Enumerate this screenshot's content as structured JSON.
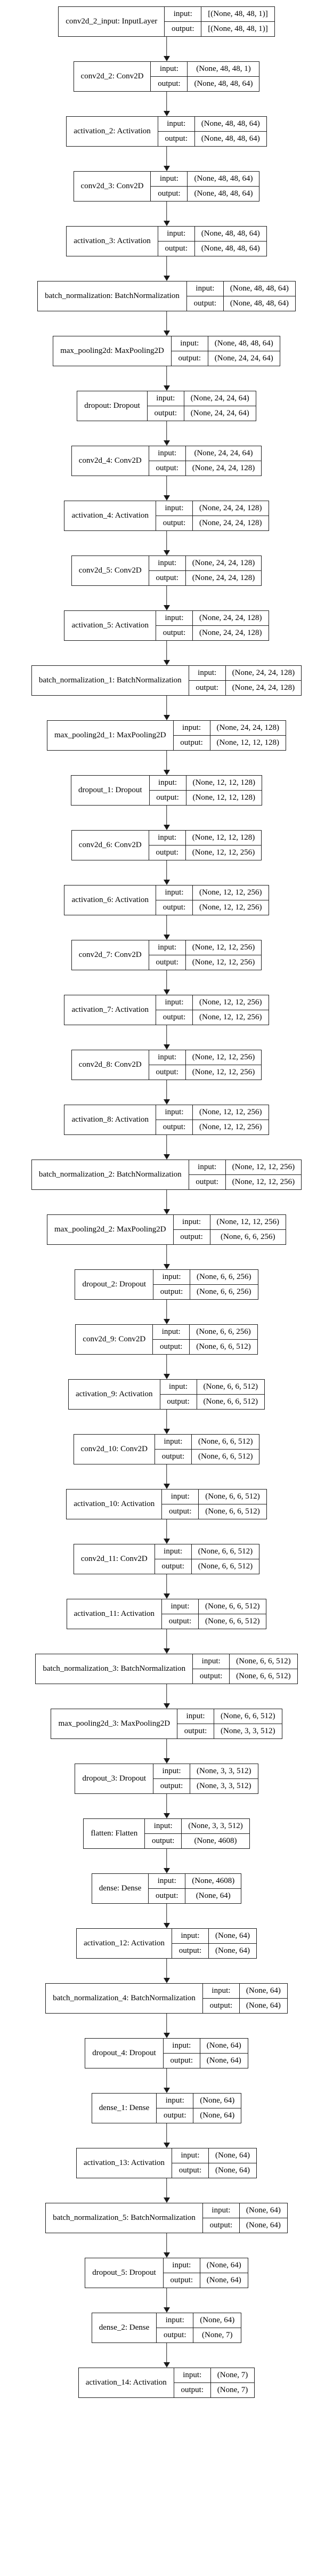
{
  "diagram": {
    "kind": "keras-model-plot",
    "input_label": "input:",
    "output_label": "output:",
    "line_color": "#1a1a1a",
    "background_color": "#ffffff",
    "nodes": [
      {
        "label": "conv2d_2_input: InputLayer",
        "input": "[(None, 48, 48, 1)]",
        "output": "[(None, 48, 48, 1)]"
      },
      {
        "label": "conv2d_2: Conv2D",
        "input": "(None, 48, 48, 1)",
        "output": "(None, 48, 48, 64)"
      },
      {
        "label": "activation_2: Activation",
        "input": "(None, 48, 48, 64)",
        "output": "(None, 48, 48, 64)"
      },
      {
        "label": "conv2d_3: Conv2D",
        "input": "(None, 48, 48, 64)",
        "output": "(None, 48, 48, 64)"
      },
      {
        "label": "activation_3: Activation",
        "input": "(None, 48, 48, 64)",
        "output": "(None, 48, 48, 64)"
      },
      {
        "label": "batch_normalization: BatchNormalization",
        "input": "(None, 48, 48, 64)",
        "output": "(None, 48, 48, 64)"
      },
      {
        "label": "max_pooling2d: MaxPooling2D",
        "input": "(None, 48, 48, 64)",
        "output": "(None, 24, 24, 64)"
      },
      {
        "label": "dropout: Dropout",
        "input": "(None, 24, 24, 64)",
        "output": "(None, 24, 24, 64)"
      },
      {
        "label": "conv2d_4: Conv2D",
        "input": "(None, 24, 24, 64)",
        "output": "(None, 24, 24, 128)"
      },
      {
        "label": "activation_4: Activation",
        "input": "(None, 24, 24, 128)",
        "output": "(None, 24, 24, 128)"
      },
      {
        "label": "conv2d_5: Conv2D",
        "input": "(None, 24, 24, 128)",
        "output": "(None, 24, 24, 128)"
      },
      {
        "label": "activation_5: Activation",
        "input": "(None, 24, 24, 128)",
        "output": "(None, 24, 24, 128)"
      },
      {
        "label": "batch_normalization_1: BatchNormalization",
        "input": "(None, 24, 24, 128)",
        "output": "(None, 24, 24, 128)"
      },
      {
        "label": "max_pooling2d_1: MaxPooling2D",
        "input": "(None, 24, 24, 128)",
        "output": "(None, 12, 12, 128)"
      },
      {
        "label": "dropout_1: Dropout",
        "input": "(None, 12, 12, 128)",
        "output": "(None, 12, 12, 128)"
      },
      {
        "label": "conv2d_6: Conv2D",
        "input": "(None, 12, 12, 128)",
        "output": "(None, 12, 12, 256)"
      },
      {
        "label": "activation_6: Activation",
        "input": "(None, 12, 12, 256)",
        "output": "(None, 12, 12, 256)"
      },
      {
        "label": "conv2d_7: Conv2D",
        "input": "(None, 12, 12, 256)",
        "output": "(None, 12, 12, 256)"
      },
      {
        "label": "activation_7: Activation",
        "input": "(None, 12, 12, 256)",
        "output": "(None, 12, 12, 256)"
      },
      {
        "label": "conv2d_8: Conv2D",
        "input": "(None, 12, 12, 256)",
        "output": "(None, 12, 12, 256)"
      },
      {
        "label": "activation_8: Activation",
        "input": "(None, 12, 12, 256)",
        "output": "(None, 12, 12, 256)"
      },
      {
        "label": "batch_normalization_2: BatchNormalization",
        "input": "(None, 12, 12, 256)",
        "output": "(None, 12, 12, 256)"
      },
      {
        "label": "max_pooling2d_2: MaxPooling2D",
        "input": "(None, 12, 12, 256)",
        "output": "(None, 6, 6, 256)"
      },
      {
        "label": "dropout_2: Dropout",
        "input": "(None, 6, 6, 256)",
        "output": "(None, 6, 6, 256)"
      },
      {
        "label": "conv2d_9: Conv2D",
        "input": "(None, 6, 6, 256)",
        "output": "(None, 6, 6, 512)"
      },
      {
        "label": "activation_9: Activation",
        "input": "(None, 6, 6, 512)",
        "output": "(None, 6, 6, 512)"
      },
      {
        "label": "conv2d_10: Conv2D",
        "input": "(None, 6, 6, 512)",
        "output": "(None, 6, 6, 512)"
      },
      {
        "label": "activation_10: Activation",
        "input": "(None, 6, 6, 512)",
        "output": "(None, 6, 6, 512)"
      },
      {
        "label": "conv2d_11: Conv2D",
        "input": "(None, 6, 6, 512)",
        "output": "(None, 6, 6, 512)"
      },
      {
        "label": "activation_11: Activation",
        "input": "(None, 6, 6, 512)",
        "output": "(None, 6, 6, 512)"
      },
      {
        "label": "batch_normalization_3: BatchNormalization",
        "input": "(None, 6, 6, 512)",
        "output": "(None, 6, 6, 512)"
      },
      {
        "label": "max_pooling2d_3: MaxPooling2D",
        "input": "(None, 6, 6, 512)",
        "output": "(None, 3, 3, 512)"
      },
      {
        "label": "dropout_3: Dropout",
        "input": "(None, 3, 3, 512)",
        "output": "(None, 3, 3, 512)"
      },
      {
        "label": "flatten: Flatten",
        "input": "(None, 3, 3, 512)",
        "output": "(None, 4608)"
      },
      {
        "label": "dense: Dense",
        "input": "(None, 4608)",
        "output": "(None, 64)"
      },
      {
        "label": "activation_12: Activation",
        "input": "(None, 64)",
        "output": "(None, 64)"
      },
      {
        "label": "batch_normalization_4: BatchNormalization",
        "input": "(None, 64)",
        "output": "(None, 64)"
      },
      {
        "label": "dropout_4: Dropout",
        "input": "(None, 64)",
        "output": "(None, 64)"
      },
      {
        "label": "dense_1: Dense",
        "input": "(None, 64)",
        "output": "(None, 64)"
      },
      {
        "label": "activation_13: Activation",
        "input": "(None, 64)",
        "output": "(None, 64)"
      },
      {
        "label": "batch_normalization_5: BatchNormalization",
        "input": "(None, 64)",
        "output": "(None, 64)"
      },
      {
        "label": "dropout_5: Dropout",
        "input": "(None, 64)",
        "output": "(None, 64)"
      },
      {
        "label": "dense_2: Dense",
        "input": "(None, 64)",
        "output": "(None, 7)"
      },
      {
        "label": "activation_14: Activation",
        "input": "(None, 7)",
        "output": "(None, 7)"
      }
    ]
  }
}
